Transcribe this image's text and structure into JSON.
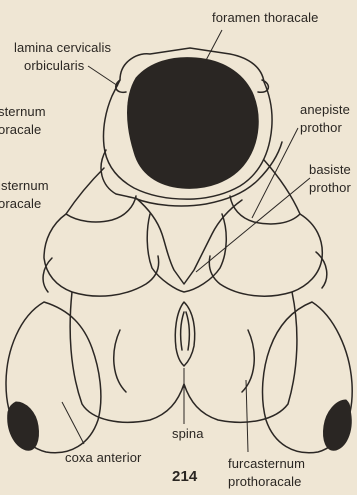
{
  "labels": {
    "foramen_thoracale": "foramen thoracale",
    "lamina_line1": "lamina cervicalis",
    "lamina_line2": "orbicularis",
    "left_top_line1": "sternum",
    "left_top_line2": "oracale",
    "left_mid_line1": "isternum",
    "left_mid_line2": "oracale",
    "anepisternum_line1": "anepiste",
    "anepisternum_line2": "prothor",
    "basisternum_line1": "basiste",
    "basisternum_line2": "prothor",
    "coxa_anterior": "coxa anterior",
    "spina": "spina",
    "furcasternum_line1": "furcasternum",
    "furcasternum_line2": "prothoracale"
  },
  "page_number": "214",
  "colors": {
    "paper": "#efe6d4",
    "ink": "#2a2622"
  }
}
